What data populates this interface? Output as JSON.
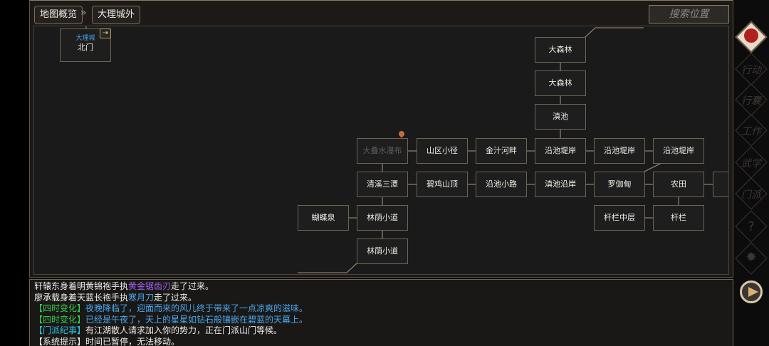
{
  "header": {
    "breadcrumb": [
      "地图概览",
      "大理城外"
    ],
    "search_placeholder": "搜索位置"
  },
  "map": {
    "north_gate": {
      "region": "大理城",
      "name": "北门"
    },
    "nodes": [
      "大森林",
      "大森林",
      "滇池",
      "大叠水瀑布",
      "山区小径",
      "金汁河畔",
      "沿池堤岸",
      "沿池堤岸",
      "沿池堤岸",
      "清溪三潭",
      "碧鸡山顶",
      "沿池小路",
      "滇池沿岸",
      "罗伽甸",
      "农田",
      "蝴蝶泉",
      "林荫小道",
      "杆栏中层",
      "杆栏",
      "林荫小道"
    ],
    "current_location": "大叠水瀑布"
  },
  "log": [
    [
      {
        "t": "轩辕东身着明黄锦袍手执",
        "c": "white"
      },
      {
        "t": "黄金锯齿刃",
        "c": "purple"
      },
      {
        "t": "走了过来。",
        "c": "white"
      }
    ],
    [
      {
        "t": "廖承载身着天蓝长袍手执",
        "c": "white"
      },
      {
        "t": "寒月刀",
        "c": "blue"
      },
      {
        "t": "走了过来。",
        "c": "white"
      }
    ],
    [
      {
        "t": "【四时变化】",
        "c": "green"
      },
      {
        "t": "夜晚降临了，迎面而来的风儿终于带来了一点凉爽的滋味。",
        "c": "blue"
      }
    ],
    [
      {
        "t": "【四时变化】",
        "c": "green"
      },
      {
        "t": "已经是午夜了，天上的星星如钻石般镶嵌在碧蓝的天幕上。",
        "c": "blue"
      }
    ],
    [
      {
        "t": "【门派纪事】",
        "c": "cyan"
      },
      {
        "t": "有江湖散人请求加入你的势力，正在门派山门等候。",
        "c": "white"
      }
    ],
    [
      {
        "t": "【系统提示】",
        "c": "white"
      },
      {
        "t": "时间已暂停，无法移动。",
        "c": "white"
      }
    ]
  ],
  "sidebar": {
    "items": [
      {
        "icon": "return-arrow-icon"
      },
      {
        "label": "行动"
      },
      {
        "label": "行囊"
      },
      {
        "label": "工作"
      },
      {
        "label": "武学"
      },
      {
        "label": "门派"
      },
      {
        "label": "?"
      },
      {
        "icon": "gear-icon"
      },
      {
        "icon": "play-icon"
      }
    ]
  }
}
